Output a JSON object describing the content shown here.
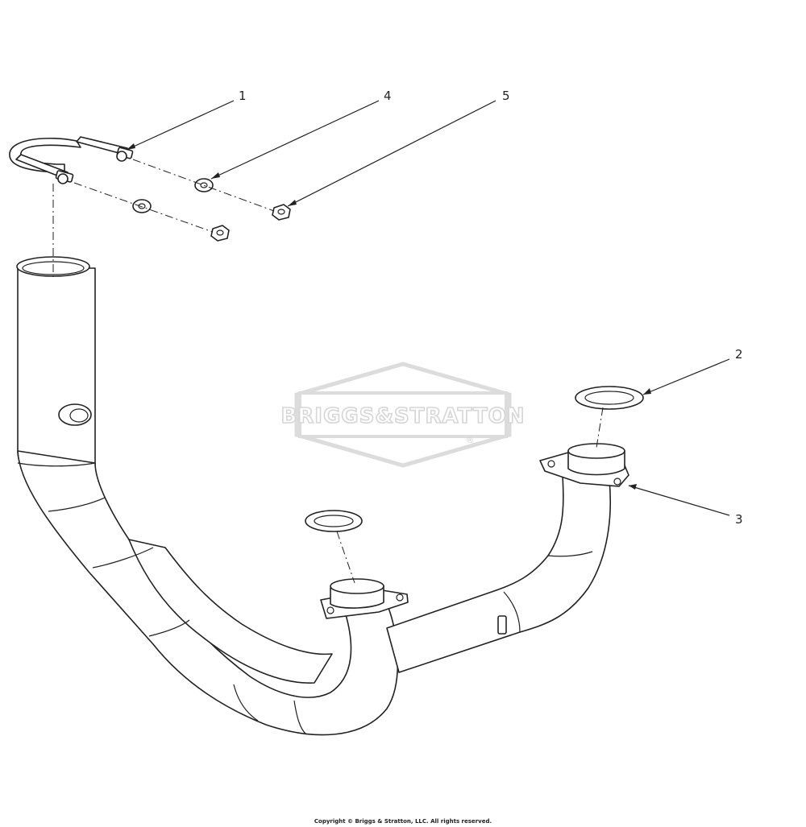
{
  "diagram": {
    "watermark": {
      "text": "BRIGGS&STRATTON",
      "mark": "®",
      "color": "#d6d6d6"
    },
    "callouts": [
      {
        "id": "1",
        "label": "1"
      },
      {
        "id": "2",
        "label": "2"
      },
      {
        "id": "3",
        "label": "3"
      },
      {
        "id": "4",
        "label": "4"
      },
      {
        "id": "5",
        "label": "5"
      }
    ],
    "line_color": "#222222"
  },
  "footer": {
    "copyright": "Copyright © Briggs & Stratton, LLC. All rights reserved."
  }
}
